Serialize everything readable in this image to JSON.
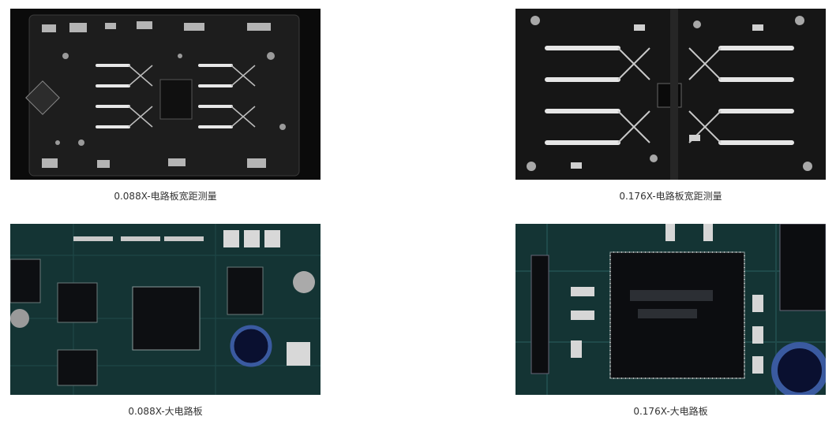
{
  "gallery": {
    "items": [
      {
        "caption": "0.088X-电路板宽距测量"
      },
      {
        "caption": "0.176X-电路板宽距测量"
      },
      {
        "caption": "0.088X-大电路板"
      },
      {
        "caption": "0.176X-大电路板"
      }
    ]
  },
  "colors": {
    "bg": "#ffffff",
    "mono_board": "#151515",
    "green_board": "#0f2a2a",
    "caption": "#333333"
  }
}
